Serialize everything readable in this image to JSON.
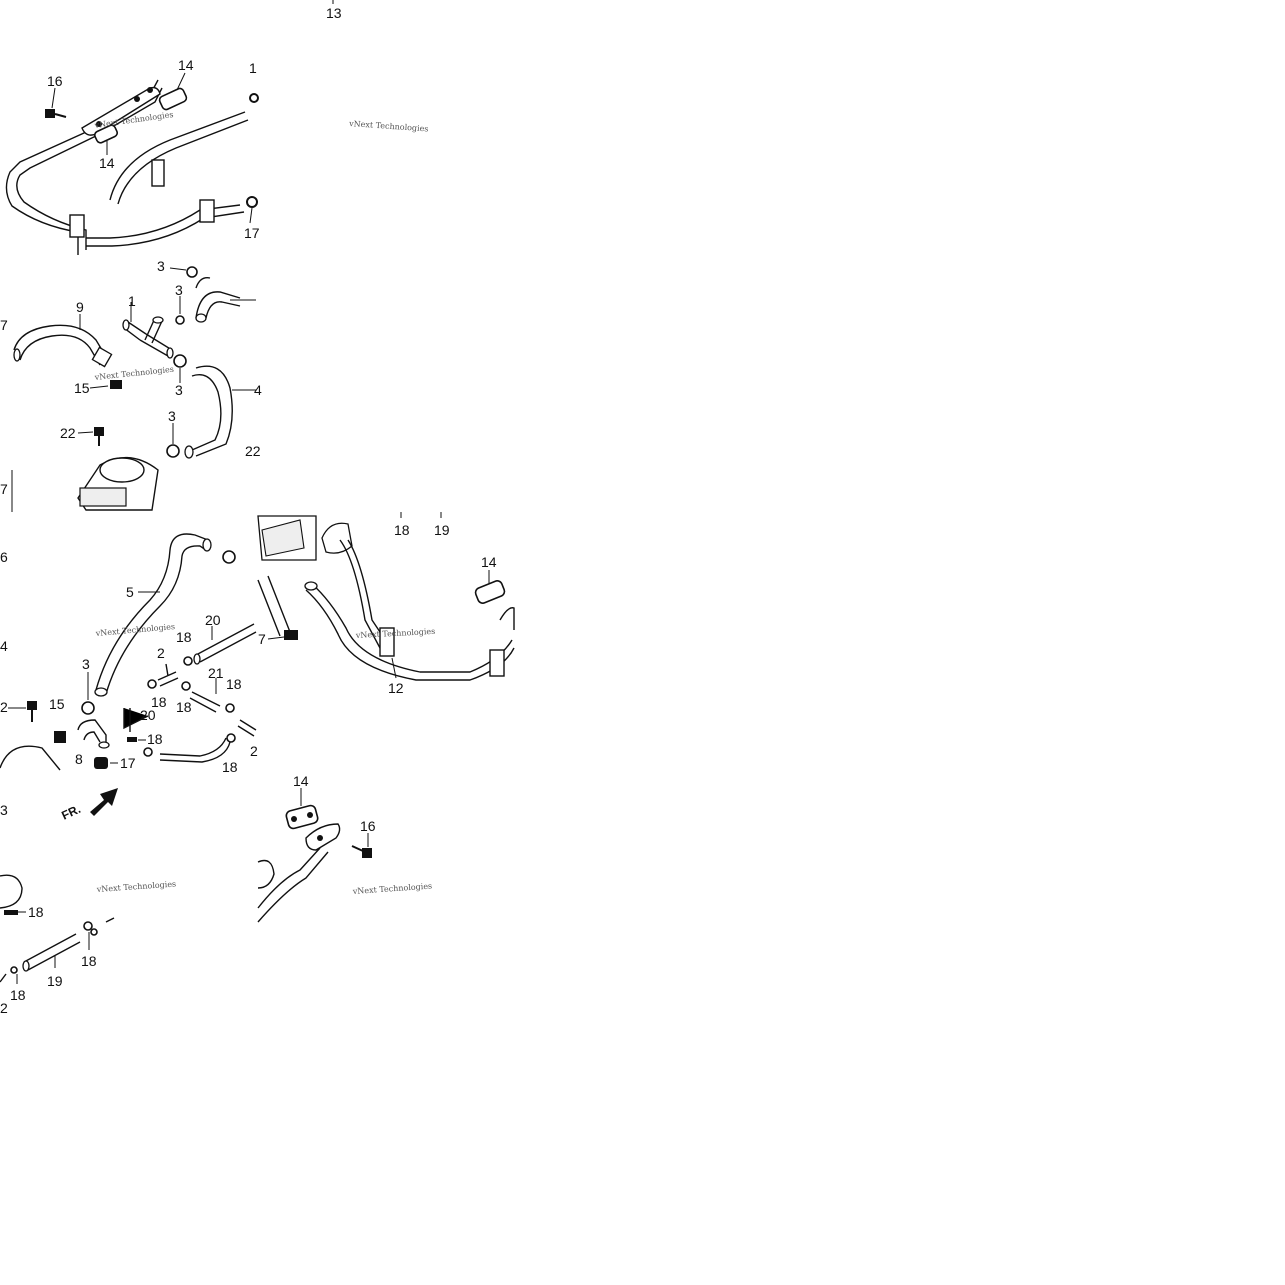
{
  "diagram": {
    "watermark": "vNext Technologies",
    "direction_marker": "FR.",
    "labels": [
      {
        "id": "top-13",
        "text": "13"
      },
      {
        "id": "p1-16",
        "text": "16"
      },
      {
        "id": "p1-14a",
        "text": "14"
      },
      {
        "id": "p1-14b",
        "text": "14"
      },
      {
        "id": "p1-1",
        "text": "1"
      },
      {
        "id": "p1-17",
        "text": "17"
      },
      {
        "id": "p2-3a",
        "text": "3"
      },
      {
        "id": "p2-3b",
        "text": "3"
      },
      {
        "id": "p2-7",
        "text": "7"
      },
      {
        "id": "p2-9",
        "text": "9"
      },
      {
        "id": "p2-1",
        "text": "1"
      },
      {
        "id": "p2-3c",
        "text": "3"
      },
      {
        "id": "p2-15",
        "text": "15"
      },
      {
        "id": "p2-4",
        "text": "4"
      },
      {
        "id": "p2-22a",
        "text": "22"
      },
      {
        "id": "p2-3d",
        "text": "3"
      },
      {
        "id": "p2-22b",
        "text": "22"
      },
      {
        "id": "p2-7b",
        "text": "7"
      },
      {
        "id": "p3-6",
        "text": "6"
      },
      {
        "id": "p3-5",
        "text": "5"
      },
      {
        "id": "p3-4",
        "text": "4"
      },
      {
        "id": "p3-20a",
        "text": "20"
      },
      {
        "id": "p3-18a",
        "text": "18"
      },
      {
        "id": "p3-2a",
        "text": "2"
      },
      {
        "id": "p3-3",
        "text": "3"
      },
      {
        "id": "p3-18b",
        "text": "18"
      },
      {
        "id": "p3-21",
        "text": "21"
      },
      {
        "id": "p3-18c",
        "text": "18"
      },
      {
        "id": "p3-18d",
        "text": "18"
      },
      {
        "id": "p3-2b",
        "text": "2"
      },
      {
        "id": "p3-15",
        "text": "15"
      },
      {
        "id": "p3-20b",
        "text": "20"
      },
      {
        "id": "p3-18e",
        "text": "18"
      },
      {
        "id": "p3-8",
        "text": "8"
      },
      {
        "id": "p3-17",
        "text": "17"
      },
      {
        "id": "p3-18f",
        "text": "18"
      },
      {
        "id": "p3-2c",
        "text": "2"
      },
      {
        "id": "p4-18",
        "text": "18"
      },
      {
        "id": "p4-19",
        "text": "19"
      },
      {
        "id": "p4-14",
        "text": "14"
      },
      {
        "id": "p4-7",
        "text": "7"
      },
      {
        "id": "p4-12",
        "text": "12"
      },
      {
        "id": "p5-3",
        "text": "3"
      },
      {
        "id": "p5-18a",
        "text": "18"
      },
      {
        "id": "p5-18b",
        "text": "18"
      },
      {
        "id": "p5-19",
        "text": "19"
      },
      {
        "id": "p5-18c",
        "text": "18"
      },
      {
        "id": "p5-2",
        "text": "2"
      },
      {
        "id": "p6-14",
        "text": "14"
      },
      {
        "id": "p6-16",
        "text": "16"
      }
    ]
  }
}
